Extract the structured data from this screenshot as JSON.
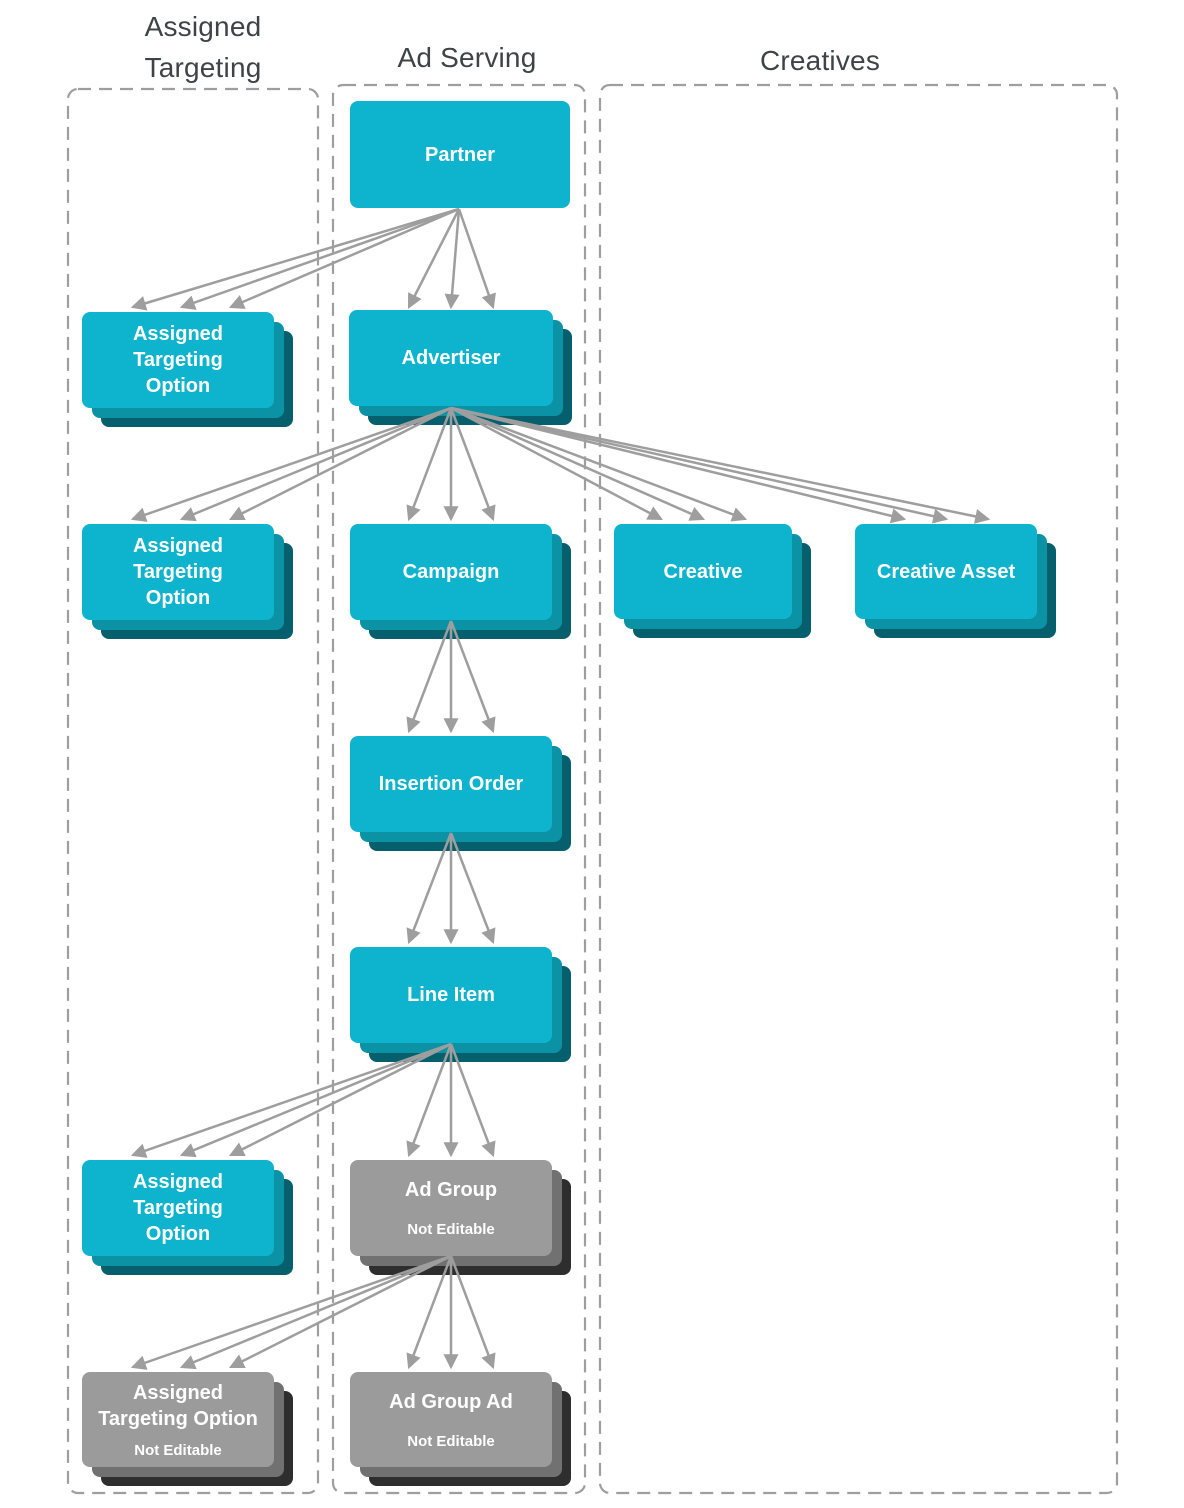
{
  "diagram": {
    "columns": {
      "assigned_targeting": {
        "title": "Assigned Targeting"
      },
      "ad_serving": {
        "title": "Ad Serving"
      },
      "creatives": {
        "title": "Creatives"
      }
    },
    "nodes": {
      "partner": {
        "label": "Partner",
        "editable": true
      },
      "assigned_targeting_option_1": {
        "label": "Assigned Targeting Option",
        "editable": true
      },
      "advertiser": {
        "label": "Advertiser",
        "editable": true
      },
      "assigned_targeting_option_2": {
        "label": "Assigned Targeting Option",
        "editable": true
      },
      "campaign": {
        "label": "Campaign",
        "editable": true
      },
      "creative": {
        "label": "Creative",
        "editable": true
      },
      "creative_asset": {
        "label": "Creative Asset",
        "editable": true
      },
      "insertion_order": {
        "label": "Insertion Order",
        "editable": true
      },
      "line_item": {
        "label": "Line Item",
        "editable": true
      },
      "assigned_targeting_option_3": {
        "label": "Assigned Targeting Option",
        "editable": true
      },
      "ad_group": {
        "label": "Ad Group",
        "sublabel": "Not Editable",
        "editable": false
      },
      "assigned_targeting_option_4": {
        "label": "Assigned Targeting Option",
        "sublabel": "Not Editable",
        "editable": false
      },
      "ad_group_ad": {
        "label": "Ad Group Ad",
        "sublabel": "Not Editable",
        "editable": false
      }
    },
    "relations": [
      "partner > advertiser",
      "partner > assigned_targeting_option_1",
      "advertiser > assigned_targeting_option_2",
      "advertiser > campaign",
      "advertiser > creative",
      "advertiser > creative_asset",
      "campaign > insertion_order",
      "insertion_order > line_item",
      "line_item > assigned_targeting_option_3",
      "line_item > ad_group",
      "ad_group > assigned_targeting_option_4",
      "ad_group > ad_group_ad"
    ],
    "colors": {
      "editable_box": "#0eb4cd",
      "editable_stack_mid": "#0c92a5",
      "editable_stack_dark": "#065f6d",
      "not_editable_box": "#9b9b9b",
      "not_editable_stack_mid": "#717171",
      "not_editable_stack_dark": "#2e2e2e",
      "arrow": "#9e9e9e",
      "column_outline": "#9e9e9e",
      "title_text": "#3f4346",
      "box_text": "#ffffff"
    }
  }
}
